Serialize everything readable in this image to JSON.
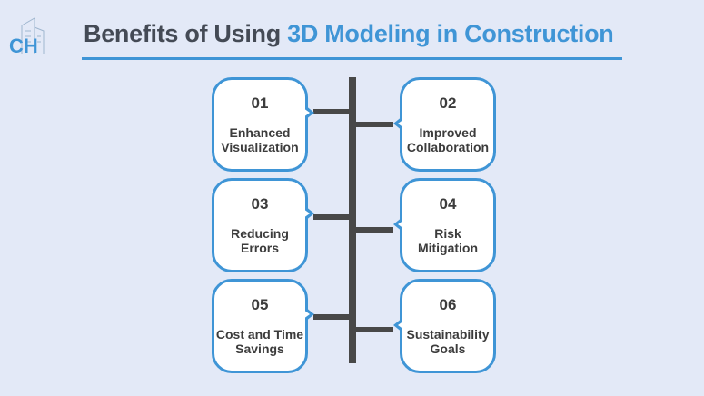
{
  "header": {
    "title_part1": "Benefits of Using ",
    "title_part2": "3D Modeling in Construction",
    "logo_letters": "CH",
    "logo_color": "#3f95d6"
  },
  "colors": {
    "accent": "#3f95d6",
    "spine": "#484848",
    "background": "#e3e9f7",
    "text": "#444a55"
  },
  "benefits": [
    {
      "num": "01",
      "label": "Enhanced Visualization"
    },
    {
      "num": "02",
      "label": "Improved Collaboration"
    },
    {
      "num": "03",
      "label": "Reducing Errors"
    },
    {
      "num": "04",
      "label": "Risk Mitigation"
    },
    {
      "num": "05",
      "label": "Cost and Time Savings"
    },
    {
      "num": "06",
      "label": "Sustainability Goals"
    }
  ]
}
